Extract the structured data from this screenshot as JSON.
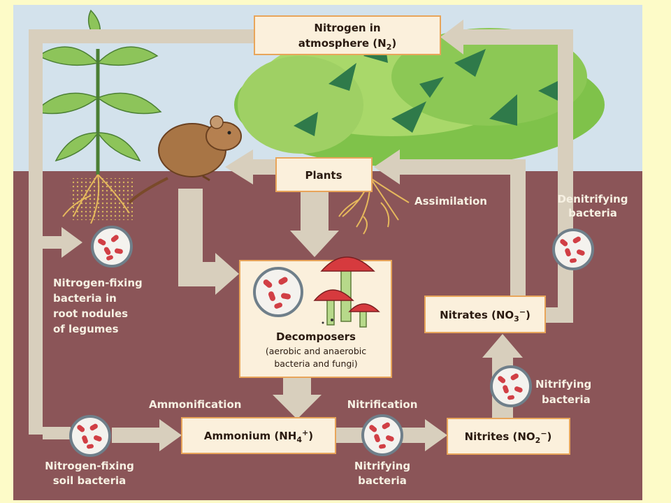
{
  "nodes": {
    "atmosphere": {
      "line1": "Nitrogen in",
      "line2": "atmosphere (N",
      "sub": "2",
      "close": ")"
    },
    "plants": "Plants",
    "decomposers": {
      "title": "Decomposers",
      "desc1": "(aerobic and anaerobic",
      "desc2": "bacteria and fungi)"
    },
    "ammonium": {
      "pre": "Ammonium (NH",
      "sub": "4",
      "sup": "+",
      "close": ")"
    },
    "nitrites": {
      "pre": "Nitrites (NO",
      "sub": "2",
      "sup": "−",
      "close": ")"
    },
    "nitrates": {
      "pre": "Nitrates (NO",
      "sub": "3",
      "sup": "−",
      "close": ")"
    }
  },
  "labels": {
    "assimilation": "Assimilation",
    "denitrifying": [
      "Denitrifying",
      "bacteria"
    ],
    "legume_bacteria": [
      "Nitrogen-fixing",
      "bacteria in",
      "root nodules",
      "of legumes"
    ],
    "soil_bacteria": [
      "Nitrogen-fixing",
      "soil bacteria"
    ],
    "ammonification": "Ammonification",
    "nitrification": "Nitrification",
    "nitrifying_bottom": [
      "Nitrifying",
      "bacteria"
    ],
    "nitrifying_right": [
      "Nitrifying",
      "bacteria"
    ]
  },
  "colors": {
    "page_background": "#fdfbc8",
    "sky": "#d3e2ec",
    "soil": "#8b5558",
    "arrow": "#d8cfbd",
    "box_fill": "#fbf0dc",
    "box_border": "#e8a55a",
    "bacteria": "#d13f45"
  }
}
